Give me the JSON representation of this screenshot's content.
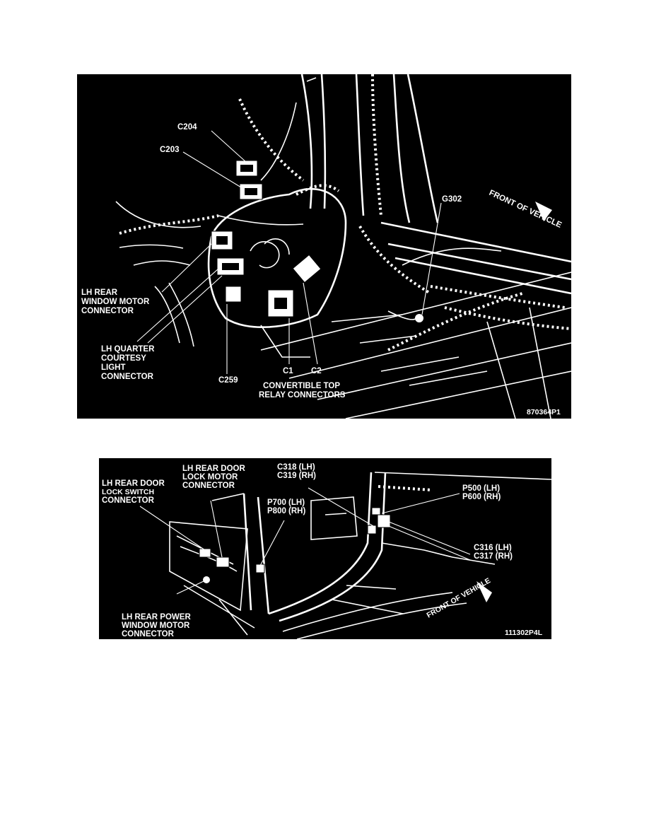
{
  "figure_top": {
    "labels": {
      "c204": "C204",
      "c203": "C203",
      "g302": "G302",
      "front_of_vehicle": "FRONT OF VEHICLE",
      "lh_rear_window_motor": [
        "LH REAR",
        "WINDOW MOTOR",
        "CONNECTOR"
      ],
      "lh_quarter_courtesy": [
        "LH QUARTER",
        "COURTESY",
        "LIGHT",
        "CONNECTOR"
      ],
      "c259": "C259",
      "c1": "C1",
      "c2": "C2",
      "convertible_top": [
        "CONVERTIBLE TOP",
        "RELAY CONNECTORS"
      ],
      "figure_id": "870364P1"
    }
  },
  "figure_bottom": {
    "labels": {
      "lh_rear_door_lock_switch": [
        "LH REAR DOOR",
        "LOCK SWITCH",
        "CONNECTOR"
      ],
      "lh_rear_door_lock_motor": [
        "LH REAR DOOR",
        "LOCK MOTOR",
        "CONNECTOR"
      ],
      "c318_c319": [
        "C318 (LH)",
        "C319 (RH)"
      ],
      "p700_p800": [
        "P700 (LH)",
        "P800 (RH)"
      ],
      "p500_p600": [
        "P500 (LH)",
        "P600 (RH)"
      ],
      "c316_c317": [
        "C316 (LH)",
        "C317 (RH)"
      ],
      "lh_rear_power_window": [
        "LH REAR POWER",
        "WINDOW MOTOR",
        "CONNECTOR"
      ],
      "front_of_vehicle": "FRONT OF VEHICLE",
      "figure_id": "111302P4L"
    }
  }
}
